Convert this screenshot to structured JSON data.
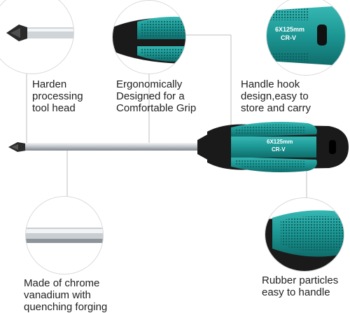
{
  "callouts": {
    "tool_head": {
      "lines": [
        "Harden",
        "processing",
        "tool head"
      ]
    },
    "grip": {
      "lines": [
        "Ergonomically",
        "Designed for a",
        "Comfortable Grip"
      ]
    },
    "hook": {
      "lines": [
        "Handle hook",
        "design,easy to",
        "store and carry"
      ]
    },
    "shaft": {
      "lines": [
        "Made of chrome",
        "vanadium with",
        "quenching forging"
      ]
    },
    "rubber": {
      "lines": [
        "Rubber particles",
        "easy to handle"
      ]
    }
  },
  "handle_marking": {
    "size": "6X125mm",
    "material": "CR-V"
  },
  "colors": {
    "handle_teal": "#1f9c99",
    "handle_dark": "#1a1a1a",
    "shaft_silver": "#c9ced3",
    "leader_line": "#bfbfbf"
  },
  "icons": [
    "phillips-tip-icon",
    "screwdriver-image"
  ]
}
